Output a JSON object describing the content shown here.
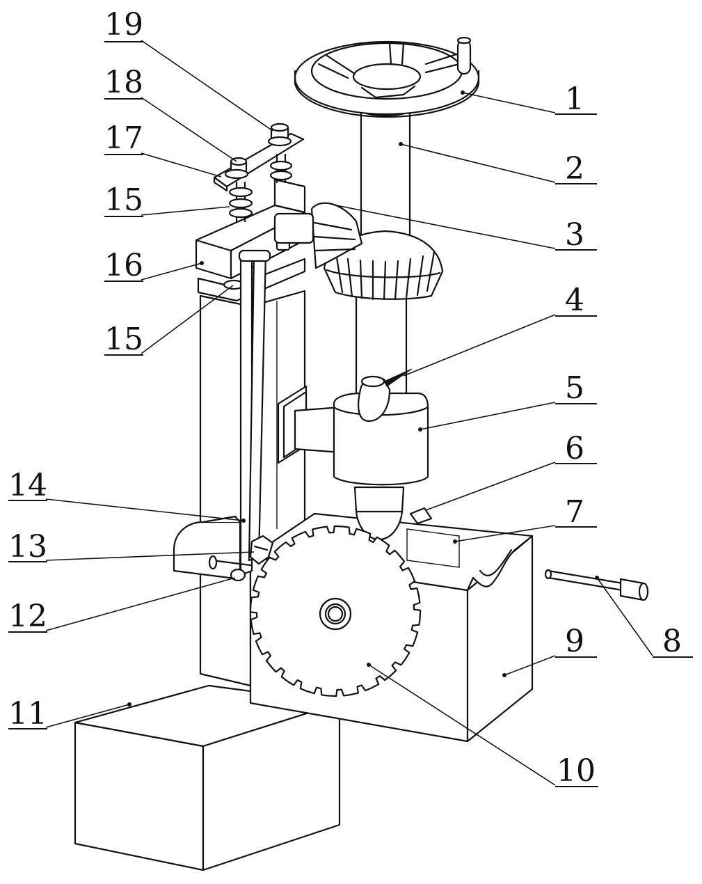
{
  "callouts": [
    {
      "id": "1",
      "text": "1"
    },
    {
      "id": "2",
      "text": "2"
    },
    {
      "id": "3",
      "text": "3"
    },
    {
      "id": "4",
      "text": "4"
    },
    {
      "id": "5",
      "text": "5"
    },
    {
      "id": "6",
      "text": "6"
    },
    {
      "id": "7",
      "text": "7"
    },
    {
      "id": "8",
      "text": "8"
    },
    {
      "id": "9",
      "text": "9"
    },
    {
      "id": "10",
      "text": "10"
    },
    {
      "id": "11",
      "text": "11"
    },
    {
      "id": "12",
      "text": "12"
    },
    {
      "id": "13",
      "text": "13"
    },
    {
      "id": "14",
      "text": "14"
    },
    {
      "id": "15a",
      "text": "15"
    },
    {
      "id": "15b",
      "text": "15"
    },
    {
      "id": "16",
      "text": "16"
    },
    {
      "id": "17",
      "text": "17"
    },
    {
      "id": "18",
      "text": "18"
    },
    {
      "id": "19",
      "text": "19"
    }
  ]
}
